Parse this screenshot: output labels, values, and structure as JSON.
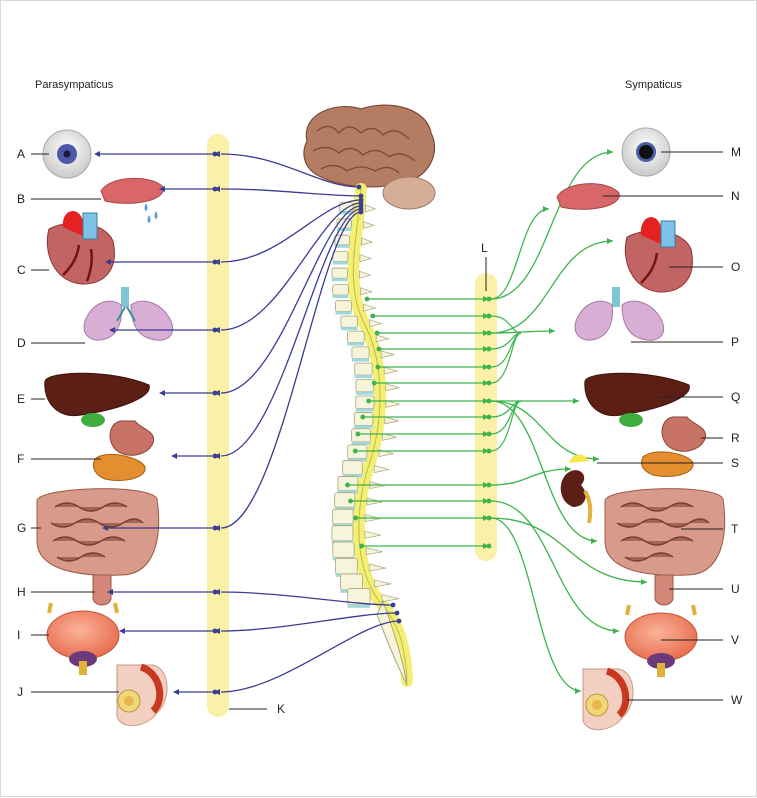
{
  "headings": {
    "left": "Parasympaticus",
    "right": "Sympaticus"
  },
  "left_labels": [
    "A",
    "B",
    "C",
    "D",
    "E",
    "F",
    "G",
    "H",
    "I",
    "J"
  ],
  "right_labels": [
    "M",
    "N",
    "O",
    "P",
    "Q",
    "R",
    "S",
    "T",
    "U",
    "V",
    "W"
  ],
  "band_labels": {
    "left_band": "K",
    "right_band": "L"
  },
  "colors": {
    "parasympathetic": "#3b3d92",
    "sympathetic": "#3cb44b",
    "ganglion_band": "#fbf0a8",
    "spinal_cord": "#f3ef74",
    "vertebra": "#f7f4dc",
    "disc": "#9fd8dd",
    "brain": "#b57c64",
    "cerebellum": "#d6ae97",
    "organ_lung": "#d8aed4",
    "organ_liver": "#5c1f16",
    "organ_heart": "#c25a5a",
    "organ_bladder": "#f28a6a",
    "organ_gut": "#c98b7a"
  },
  "icons": [
    "eye-icon",
    "salivary-gland-icon",
    "heart-icon",
    "lungs-icon",
    "liver-icon",
    "stomach-icon",
    "intestine-icon",
    "rectum-icon",
    "bladder-icon",
    "genitals-icon",
    "adrenal-kidney-icon",
    "brain-icon",
    "spine-icon"
  ]
}
